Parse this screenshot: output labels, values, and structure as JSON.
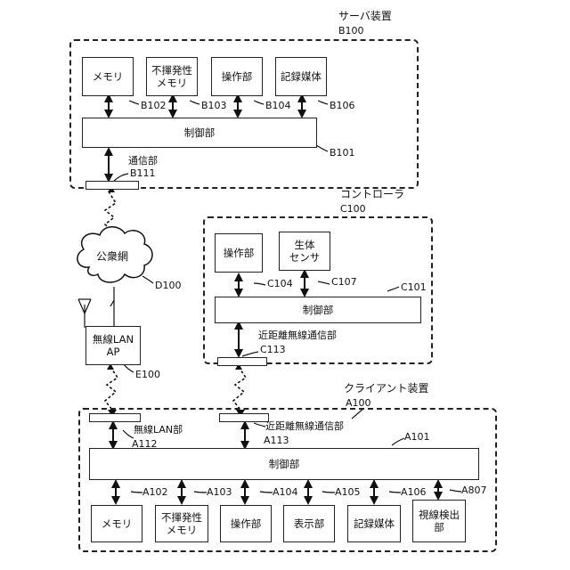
{
  "server": {
    "title": "サーバ装置",
    "ref": "B100",
    "memory": "メモリ",
    "nonvolatile": "不揮発性\nメモリ",
    "operation": "操作部",
    "recording": "記録媒体",
    "control": "制御部",
    "comm": "通信部",
    "refs": {
      "memory": "B102",
      "nonvolatile": "B103",
      "operation": "B104",
      "recording": "B106",
      "control": "B101",
      "comm": "B111"
    }
  },
  "network": {
    "label": "公衆網",
    "ref": "D100"
  },
  "access_point": {
    "label": "無線LAN\nAP",
    "ref": "E100"
  },
  "controller": {
    "title": "コントローラ",
    "ref": "C100",
    "operation": "操作部",
    "sensor": "生体\nセンサ",
    "control": "制御部",
    "comm": "近距離無線通信部",
    "refs": {
      "operation": "C104",
      "sensor": "C107",
      "control": "C101",
      "comm": "C113"
    }
  },
  "client": {
    "title": "クライアント装置",
    "ref": "A100",
    "wlan": "無線LAN部",
    "nfc": "近距離無線通信部",
    "control": "制御部",
    "memory": "メモリ",
    "nonvolatile": "不揮発性\nメモリ",
    "operation": "操作部",
    "display": "表示部",
    "recording": "記録媒体",
    "gaze": "視線検出\n部",
    "refs": {
      "wlan": "A112",
      "nfc": "A113",
      "control": "A101",
      "memory": "A102",
      "nonvolatile": "A103",
      "operation": "A104",
      "display": "A105",
      "recording": "A106",
      "gaze": "A807"
    }
  }
}
